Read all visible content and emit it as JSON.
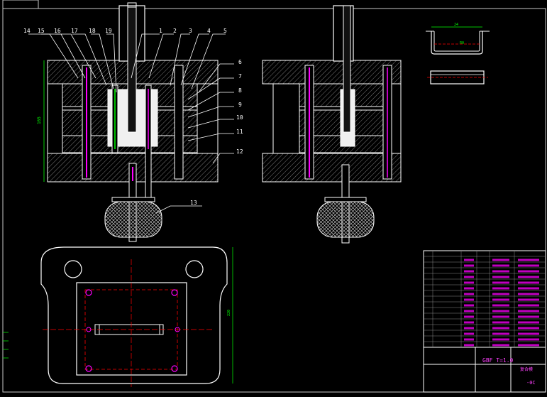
{
  "drawing": {
    "title_block": {
      "part_code": "GBF T=1.0",
      "drawing_title": "复合模",
      "corner_mark": "-0C"
    },
    "part_labels": [
      "1",
      "2",
      "3",
      "4",
      "5",
      "6",
      "7",
      "8",
      "9",
      "10",
      "11",
      "12",
      "13",
      "14",
      "15",
      "16",
      "17",
      "18",
      "19"
    ],
    "dimensions": {
      "overall_height": "165",
      "base_plate_height": "220",
      "part_width": "24",
      "part_angle": "R0"
    },
    "colors": {
      "background": "#000000",
      "lines": "#ffffff",
      "frame": "#c8c8c8",
      "accent": "#ff00ff",
      "hatch": "#a0a0a0",
      "dimension": "#00ff00",
      "center_line": "#ff0000",
      "title_text": "#ff40ff"
    }
  }
}
